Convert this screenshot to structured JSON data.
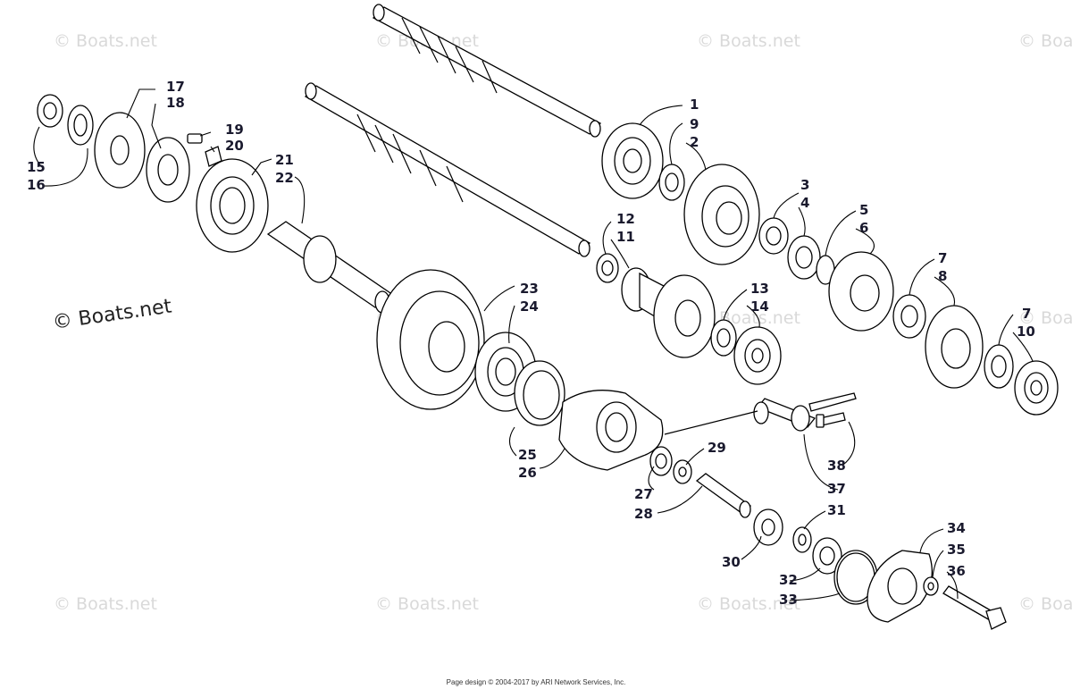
{
  "watermark": {
    "text": "© Boats.net"
  },
  "footer": {
    "text": "Page design © 2004-2017 by ARI Network Services, Inc."
  },
  "callouts": {
    "c1": "1",
    "c2": "2",
    "c3": "3",
    "c4": "4",
    "c5": "5",
    "c6": "6",
    "c7a": "7",
    "c7b": "7",
    "c8": "8",
    "c9": "9",
    "c10": "10",
    "c11": "11",
    "c12": "12",
    "c13": "13",
    "c14": "14",
    "c15": "15",
    "c16": "16",
    "c17": "17",
    "c18": "18",
    "c19": "19",
    "c20": "20",
    "c21": "21",
    "c22": "22",
    "c23": "23",
    "c24": "24",
    "c25": "25",
    "c26": "26",
    "c27": "27",
    "c28": "28",
    "c29": "29",
    "c30": "30",
    "c31": "31",
    "c32": "32",
    "c33": "33",
    "c34": "34",
    "c35": "35",
    "c36": "36",
    "c37": "37",
    "c38": "38"
  }
}
